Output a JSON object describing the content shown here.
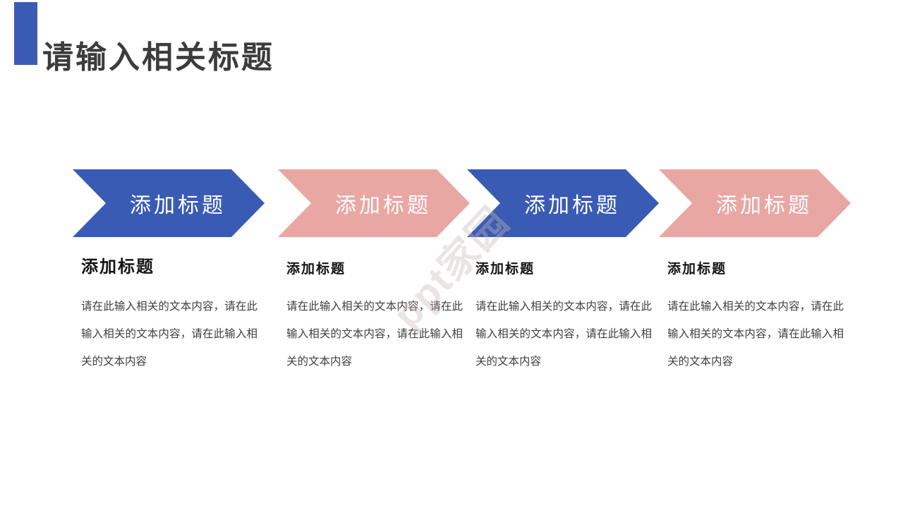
{
  "header": {
    "title": "请输入相关标题",
    "bar_color": "#3a5bb4"
  },
  "colors": {
    "blue": "#3a5bb4",
    "pink": "#e9a7a4",
    "title_text": "#3c3c3c",
    "arrow_label_text": "#ffffff"
  },
  "watermark": {
    "text": "ppt家园"
  },
  "steps": [
    {
      "arrow_label": "添加标题",
      "arrow_color": "#3a5bb4",
      "heading": "添加标题",
      "body": "请在此输入相关的文本内容，请在此输入相关的文本内容，请在此输入相关的文本内容"
    },
    {
      "arrow_label": "添加标题",
      "arrow_color": "#e9a7a4",
      "heading": "添加标题",
      "body": "请在此输入相关的文本内容，请在此输入相关的文本内容，请在此输入相关的文本内容"
    },
    {
      "arrow_label": "添加标题",
      "arrow_color": "#3a5bb4",
      "heading": "添加标题",
      "body": "请在此输入相关的文本内容，请在此输入相关的文本内容，请在此输入相关的文本内容"
    },
    {
      "arrow_label": "添加标题",
      "arrow_color": "#e9a7a4",
      "heading": "添加标题",
      "body": "请在此输入相关的文本内容，请在此输入相关的文本内容，请在此输入相关的文本内容"
    }
  ]
}
